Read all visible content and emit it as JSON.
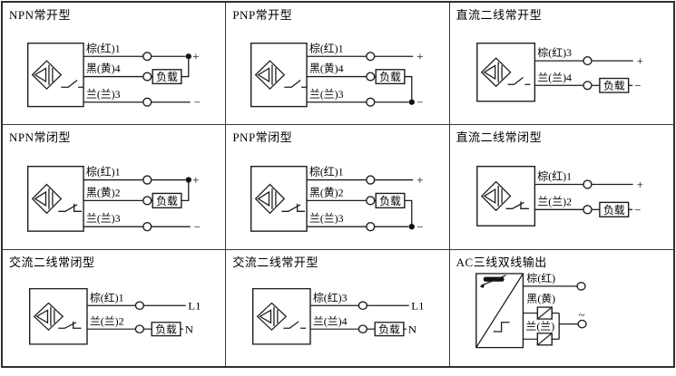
{
  "colors": {
    "background": "#ffffff",
    "line": "#1c1c1c"
  },
  "cells": [
    {
      "title": "NPN常开型",
      "load": "负载",
      "wires": [
        {
          "label": "棕(红)1",
          "terminal": "+"
        },
        {
          "label": "黑(黄)4",
          "terminal": ""
        },
        {
          "label": "兰(兰)3",
          "terminal": "−"
        }
      ]
    },
    {
      "title": "PNP常开型",
      "load": "负载",
      "wires": [
        {
          "label": "棕(红)1",
          "terminal": "+"
        },
        {
          "label": "黑(黄)4",
          "terminal": ""
        },
        {
          "label": "兰(兰)3",
          "terminal": "−"
        }
      ]
    },
    {
      "title": "直流二线常开型",
      "load": "负载",
      "wires": [
        {
          "label": "棕(红)3",
          "terminal": "+"
        },
        {
          "label": "兰(兰)4",
          "terminal": "−"
        }
      ]
    },
    {
      "title": "NPN常闭型",
      "load": "负载",
      "wires": [
        {
          "label": "棕(红)1",
          "terminal": "+"
        },
        {
          "label": "黑(黄)2",
          "terminal": ""
        },
        {
          "label": "兰(兰)3",
          "terminal": "−"
        }
      ]
    },
    {
      "title": "PNP常闭型",
      "load": "负载",
      "wires": [
        {
          "label": "棕(红)1",
          "terminal": "+"
        },
        {
          "label": "黑(黄)2",
          "terminal": ""
        },
        {
          "label": "兰(兰)3",
          "terminal": "−"
        }
      ]
    },
    {
      "title": "直流二线常闭型",
      "load": "负载",
      "wires": [
        {
          "label": "棕(红)1",
          "terminal": "+"
        },
        {
          "label": "兰(兰)2",
          "terminal": "−"
        }
      ]
    },
    {
      "title": "交流二线常闭型",
      "load": "负载",
      "wires": [
        {
          "label": "棕(红)1",
          "terminal": "L1"
        },
        {
          "label": "兰(兰)2",
          "terminal": "N"
        }
      ]
    },
    {
      "title": "交流二线常开型",
      "load": "负载",
      "wires": [
        {
          "label": "棕(红)3",
          "terminal": "L1"
        },
        {
          "label": "兰(兰)4",
          "terminal": "N"
        }
      ]
    },
    {
      "title": "AC三线双线输出",
      "terminal": "~",
      "wires": [
        {
          "label": "棕(红)"
        },
        {
          "label": "黑(黄)"
        },
        {
          "label": "兰(兰)"
        }
      ]
    }
  ]
}
